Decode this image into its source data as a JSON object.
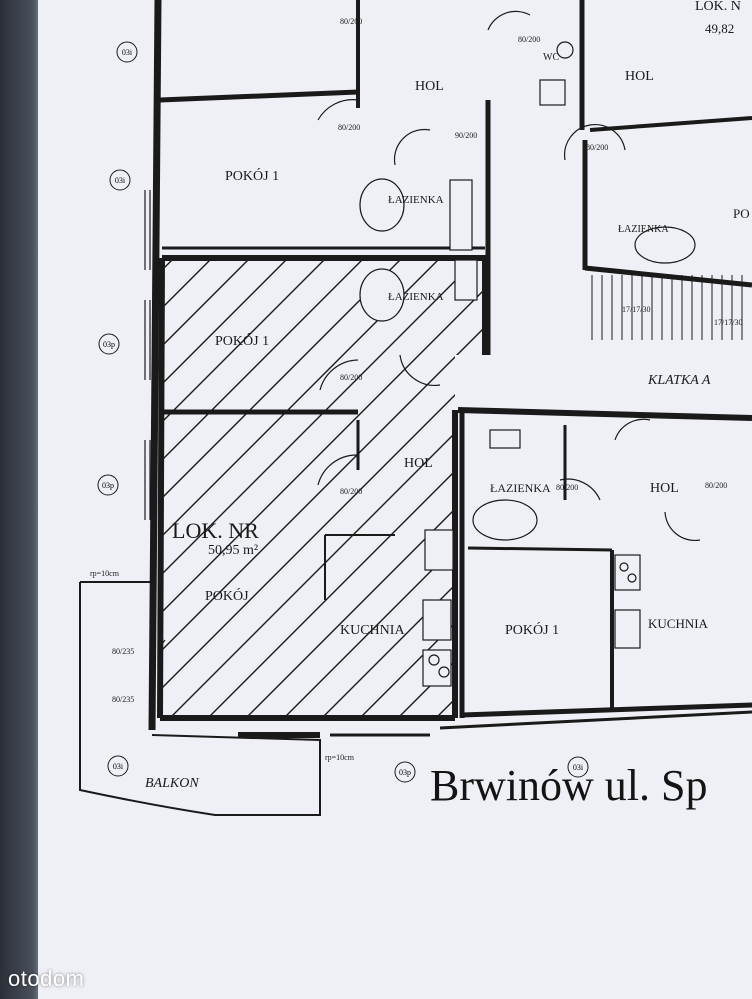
{
  "plan": {
    "unit_label": "LOK. NR",
    "unit_area": "50,95 m²",
    "title": "Brwinów ul. Sp",
    "partial_top_right": "LOK. N",
    "partial_area": "49,82",
    "rooms": {
      "pokoj1_upper": "POKÓJ 1",
      "pokoj1_marked": "POKÓJ 1",
      "hol_marked": "HOL",
      "pokoj_marked": "POKÓJ",
      "kuchnia_marked": "KUCHNIA",
      "hol_top": "HOL",
      "hol_top_right": "HOL",
      "wc": "WC",
      "lazienka_upper": "ŁAZIENKA",
      "lazienka_marked": "ŁAZIENKA",
      "lazienka_right": "ŁAZIENKA",
      "lazienka_top_right": "ŁAZIENKA",
      "klatka": "KLATKA A",
      "hol_right": "HOL",
      "pokoj1_right": "POKÓJ 1",
      "kuchnia_right": "KUCHNIA",
      "balkon": "BALKON",
      "pokoj_edge": "PO"
    },
    "tags": [
      "03i",
      "03i",
      "03p",
      "03p",
      "03i",
      "03p",
      "03i"
    ],
    "door_sizes": [
      "80/200",
      "90/200",
      "80/235"
    ],
    "balcony_note": "rp=10cm",
    "stair_note": "17/17/30"
  },
  "watermark": "otodom"
}
